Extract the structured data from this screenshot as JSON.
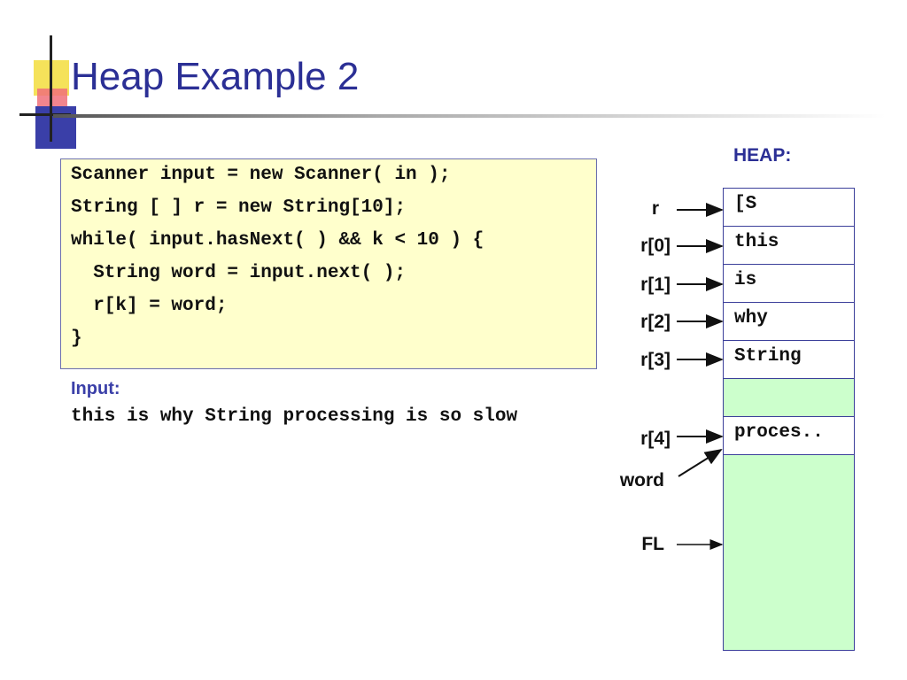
{
  "slide": {
    "title": "Heap Example 2"
  },
  "code": {
    "lines": [
      "Scanner input = new Scanner( in );",
      "String [ ] r = new String[10];",
      "while( input.hasNext( ) && k < 10 ) {",
      "  String word = input.next( );",
      "  r[k] = word;",
      "}"
    ]
  },
  "input": {
    "label": "Input:",
    "text": "this is why String processing is so slow"
  },
  "heap": {
    "label": "HEAP:",
    "cells": [
      "[S",
      "this",
      "is",
      "why",
      "String",
      "",
      "proces.."
    ],
    "references": [
      "r",
      "r[0]",
      "r[1]",
      "r[2]",
      "r[3]",
      "r[4]",
      "word",
      "FL"
    ]
  }
}
